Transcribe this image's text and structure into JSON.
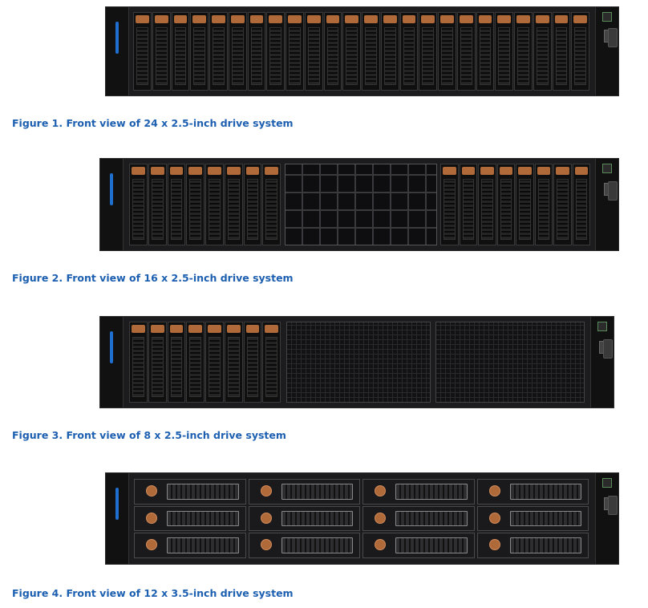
{
  "figures": [
    {
      "caption": "Figure 1. Front view of 24 x 2.5-inch drive system"
    },
    {
      "caption": "Figure 2. Front view of 16 x 2.5-inch drive system"
    },
    {
      "caption": "Figure 3. Front view of 8 x 2.5-inch drive system"
    },
    {
      "caption": "Figure 4. Front view of 12 x 3.5-inch drive system"
    }
  ],
  "colors": {
    "caption": "#1d5fb0",
    "chassis": "#1c1c1e",
    "drive_latch": "#b06a3a",
    "status_led": "#1f6fd1"
  }
}
